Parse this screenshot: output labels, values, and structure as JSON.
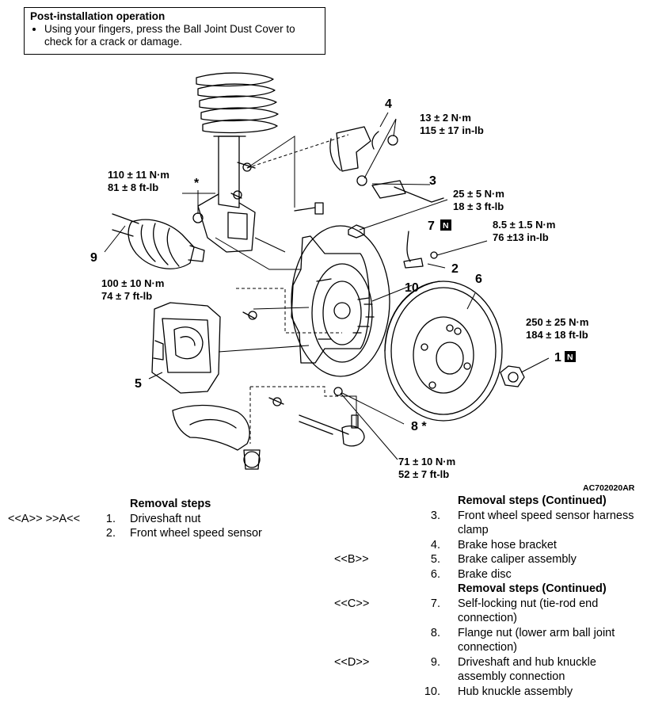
{
  "note": {
    "title": "Post-installation operation",
    "bullet": "Using your fingers, press the Ball Joint Dust Cover to check for a crack or damage."
  },
  "diagram": {
    "callouts": {
      "c1": "1",
      "c2": "2",
      "c3": "3",
      "c4": "4",
      "c5": "5",
      "c6": "6",
      "c7": "7",
      "c8": "8 *",
      "c9": "9",
      "c10": "10",
      "star": "*",
      "new_part": "N"
    },
    "torques": {
      "t_bracket_nm": "13 ± 2 N·m",
      "t_bracket_in": "115 ± 17 in-lb",
      "t_strut_nm": "110 ± 11 N·m",
      "t_strut_ft": "81 ± 8 ft-lb",
      "t_nut7_nm": "25 ± 5 N·m",
      "t_nut7_ft": "18 ± 3 ft-lb",
      "t_sensor_nm": "8.5 ± 1.5 N·m",
      "t_sensor_in": "76 ±13 in-lb",
      "t_caliper_nm": "100 ± 10 N·m",
      "t_caliper_ft": "74 ± 7 ft-lb",
      "t_hub_nm": "250 ± 25 N·m",
      "t_hub_ft": "184 ± 18 ft-lb",
      "t_arm_nm": "71 ± 10 N·m",
      "t_arm_ft": "52 ± 7 ft-lb"
    },
    "figure_code": "AC702020AR"
  },
  "removal_left": {
    "header": "Removal steps",
    "items": [
      {
        "ref": "<<A>>   >>A<<",
        "num": "1.",
        "text": "Driveshaft nut"
      },
      {
        "ref": "",
        "num": "2.",
        "text": "Front wheel speed sensor"
      }
    ]
  },
  "removal_right": {
    "header1": "Removal steps (Continued)",
    "items1": [
      {
        "ref": "",
        "num": "3.",
        "text": "Front wheel speed sensor harness clamp"
      },
      {
        "ref": "",
        "num": "4.",
        "text": "Brake hose bracket"
      },
      {
        "ref": "<<B>>",
        "num": "5.",
        "text": "Brake caliper assembly"
      },
      {
        "ref": "",
        "num": "6.",
        "text": "Brake disc"
      }
    ],
    "header2": "Removal steps (Continued)",
    "items2": [
      {
        "ref": "<<C>>",
        "num": "7.",
        "text": "Self-locking nut (tie-rod end connection)"
      },
      {
        "ref": "",
        "num": "8.",
        "text": "Flange nut (lower arm ball joint connection)"
      },
      {
        "ref": "<<D>>",
        "num": "9.",
        "text": "Driveshaft and hub knuckle assembly connection"
      },
      {
        "ref": "",
        "num": "10.",
        "text": "Hub knuckle assembly"
      }
    ]
  }
}
